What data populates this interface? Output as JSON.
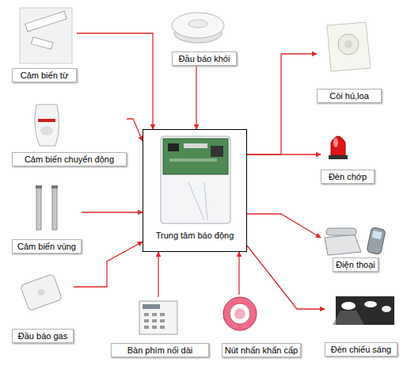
{
  "diagram": {
    "nodes": [
      {
        "text": [
          "Cảm biến từ"
        ]
      },
      {
        "text": [
          "Đầu báo khói"
        ]
      },
      {
        "text": [
          "Còi hú,loa"
        ]
      },
      {
        "text": [
          "Cảm biến chuyển động"
        ]
      },
      {
        "text": [
          "Trung tâm báo động"
        ]
      },
      {
        "text": [
          "Đèn chớp"
        ]
      },
      {
        "text": [
          "Cảm biến vùng"
        ]
      },
      {
        "text": [
          "Điện thoại"
        ]
      },
      {
        "text": [
          "Đầu báo gas"
        ]
      },
      {
        "text": [
          "Bàn phím nối dài"
        ]
      },
      {
        "text": [
          "Nút nhấn khẩn cấp"
        ]
      },
      {
        "text": [
          "Đèn chiếu sáng"
        ]
      }
    ],
    "edges": [
      {
        "from": 0,
        "to": 4,
        "arrow": "to"
      },
      {
        "from": 1,
        "to": 4,
        "arrow": "to"
      },
      {
        "from": 4,
        "to": 2,
        "arrow": "to"
      },
      {
        "from": 3,
        "to": 4,
        "arrow": "to"
      },
      {
        "from": 6,
        "to": 4,
        "arrow": "to"
      },
      {
        "from": 8,
        "to": 4,
        "arrow": "to"
      },
      {
        "from": 9,
        "to": 4,
        "arrow": "to"
      },
      {
        "from": 10,
        "to": 4,
        "arrow": "to"
      },
      {
        "from": 4,
        "to": 5,
        "arrow": "to"
      },
      {
        "from": 4,
        "to": 7,
        "arrow": "to"
      },
      {
        "from": 4,
        "to": 11,
        "arrow": "to"
      }
    ]
  }
}
